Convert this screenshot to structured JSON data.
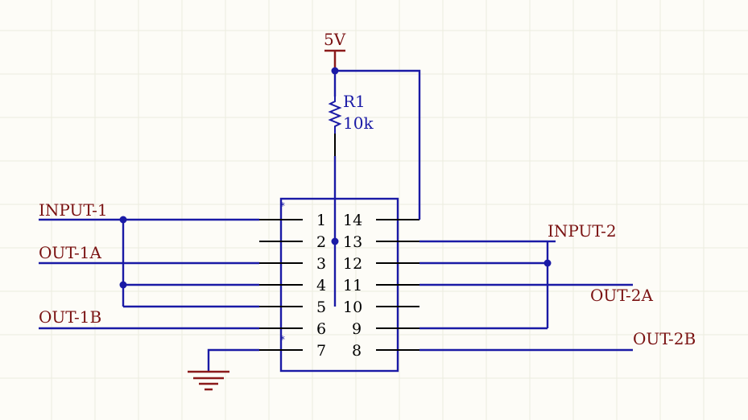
{
  "power": {
    "label": "5V"
  },
  "resistor": {
    "ref": "R1",
    "value": "10k"
  },
  "nets": {
    "input1": "INPUT-1",
    "out1a": "OUT-1A",
    "out1b": "OUT-1B",
    "input2": "INPUT-2",
    "out2a": "OUT-2A",
    "out2b": "OUT-2B"
  },
  "ic": {
    "left_pins": [
      "1",
      "2",
      "3",
      "4",
      "5",
      "6",
      "7"
    ],
    "right_pins": [
      "14",
      "13",
      "12",
      "11",
      "10",
      "9",
      "8"
    ]
  },
  "colors": {
    "wire": "#1a1aa6",
    "label": "#7a1212",
    "ground": "#8b1a1a",
    "grid": "#ececdf",
    "background": "#fdfcf7"
  }
}
